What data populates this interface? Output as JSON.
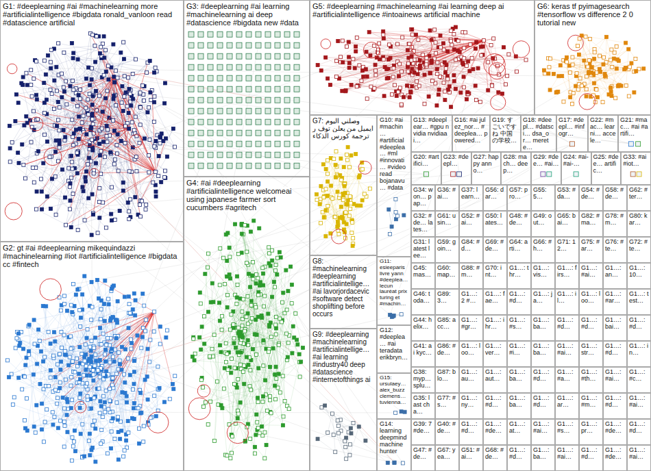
{
  "diagram": {
    "nodes": [
      {
        "text": [
          "G1: #deeplearning #ai #machinelearning more #artificialintelligence #bigdata ronald_vanloon read #datascience artificial"
        ]
      },
      {
        "text": [
          "G2: gt #ai #deeplearning mikequindazzi #machinelearning #iot #artificialintelligence #bigdata cc #fintech"
        ]
      },
      {
        "text": [
          "G3: #deeplearning #ai learning #machinelearning ai deep #datascience #bigdata new #data"
        ]
      },
      {
        "text": [
          "G4: #ai #deeplearning #artificialintelligence welcomeai using japanese farmer sort cucumbers #agritech"
        ]
      },
      {
        "text": [
          "G5: #deeplearning #machinelearning #ai learning deep ai #artificialintelligence #intoainews artificial machine"
        ]
      },
      {
        "text": [
          "G6: keras tf pyimagesearch #tensorflow vs difference 2 0 tutorial new"
        ]
      },
      {
        "text": [
          "G7: وصلني اليوم ايميل من يعلن توف ر ترجمة كورس الذكاء"
        ]
      },
      {
        "text": [
          "G8: #machinelearning #deeplearning #artificialintellige… #ai lavorjordacevic #software detect shoplifting before occurs"
        ]
      },
      {
        "text": [
          "G9: #deeplearning #machinelearning #artificialintellige… #ai learning #industry40 deep #datascience #internetofthings ai"
        ]
      },
      {
        "text": [
          "G10: #ai #machin… #artificial #deeplea… #ml #innovati… #video read bojanavu… #data"
        ]
      },
      {
        "text": [
          "G11: esieeparis livre yann #deeplea… lecun lauréat prix turing et #machin…"
        ]
      },
      {
        "text": [
          "G12: #deeplea… #ai teradata erikbryn…"
        ]
      },
      {
        "text": [
          "G15: ursulaey… alex_buzz clemens… tuvienna…"
        ]
      },
      {
        "text": [
          "G14: learning deepmind machine hunter"
        ]
      },
      {
        "text": [
          "G13: #deeplear… #gpu nvidia nvidiaai…"
        ]
      },
      {
        "text": [
          "G16: #ai julez_nor… #deeplea… powered…"
        ]
      },
      {
        "text": [
          "G19: すごいです ね 中国 の学校…"
        ]
      },
      {
        "text": [
          "G18: #deepl… #datsci… dsa_or… merete…"
        ]
      },
      {
        "text": [
          "G17: #deepl… #infogr…"
        ]
      },
      {
        "text": [
          "G22: #mac… learni… accele…"
        ]
      },
      {
        "text": [
          "G21: #mac… #ai #artifi…"
        ]
      },
      {
        "text": [
          "G20: #artifici…"
        ]
      },
      {
        "text": [
          "G23: #deepl…"
        ]
      },
      {
        "text": [
          "G27: happy anno…"
        ]
      },
      {
        "text": [
          "G28: mach… deep…"
        ]
      },
      {
        "text": [
          "G29: #dee… #ai…"
        ]
      },
      {
        "text": [
          "G24: #ai- #ai-…"
        ]
      },
      {
        "text": [
          "G25: #dee… artific…"
        ]
      },
      {
        "text": [
          "G33: #ai #iot…"
        ]
      },
      {
        "text": [
          "G34: won… pap…"
        ]
      },
      {
        "text": [
          "G36: #ai…"
        ]
      },
      {
        "text": [
          "G37: learn…"
        ]
      },
      {
        "text": [
          "G56: dar…"
        ]
      },
      {
        "text": [
          "G57: pro…"
        ]
      },
      {
        "text": [
          "G55: 5…"
        ]
      },
      {
        "text": [
          "G53: #da…"
        ]
      },
      {
        "text": [
          "G54: #de…"
        ]
      },
      {
        "text": [
          "G58: #de…"
        ]
      },
      {
        "text": [
          "G62: #ter…"
        ]
      },
      {
        "text": [
          "G32: #de… lates…"
        ]
      },
      {
        "text": [
          "G61: usin…"
        ]
      },
      {
        "text": [
          "G52: #ai…"
        ]
      },
      {
        "text": [
          "G50: lates…"
        ]
      },
      {
        "text": [
          "G48: #de…"
        ]
      },
      {
        "text": [
          "G49: out…"
        ]
      },
      {
        "text": [
          "G65: bai…"
        ]
      },
      {
        "text": [
          "G82: #ma…"
        ]
      },
      {
        "text": [
          "G78: #m…"
        ]
      },
      {
        "text": [
          "G80: kar…"
        ]
      },
      {
        "text": [
          "G31: latest lee…"
        ]
      },
      {
        "text": [
          "G59: goin…"
        ]
      },
      {
        "text": [
          "G84: #d…"
        ]
      },
      {
        "text": [
          "G69: #de…"
        ]
      },
      {
        "text": [
          "G64: arti…"
        ]
      },
      {
        "text": [
          "G66: #h…"
        ]
      },
      {
        "text": [
          "G71: 12…"
        ]
      },
      {
        "text": [
          "G75: #ar…"
        ]
      },
      {
        "text": [
          "G76: #te…"
        ]
      },
      {
        "text": [
          "G72: #te…"
        ]
      },
      {
        "text": [
          "G45: mas…"
        ]
      },
      {
        "text": [
          "G60: map…"
        ]
      },
      {
        "text": [
          "G88: #m…"
        ]
      },
      {
        "text": [
          "G70: int…"
        ]
      },
      {
        "text": [
          "G1…: thr…"
        ]
      },
      {
        "text": [
          "G1…: vis…"
        ]
      },
      {
        "text": [
          "G1…: firs…"
        ]
      },
      {
        "text": [
          "G1…: #ai…"
        ]
      },
      {
        "text": [
          "G1…: an…"
        ]
      },
      {
        "text": [
          "G1…: 10…"
        ]
      },
      {
        "text": [
          "G46: toda…"
        ]
      },
      {
        "text": [
          "G89: 3…"
        ]
      },
      {
        "text": [
          "G1…: 2 #…"
        ]
      },
      {
        "text": [
          "G1…: fae…"
        ]
      },
      {
        "text": [
          "G1…: #d…"
        ]
      },
      {
        "text": [
          "G1…: ja…"
        ]
      },
      {
        "text": [
          "G1…: il…"
        ]
      },
      {
        "text": [
          "G1…: loo…"
        ]
      },
      {
        "text": [
          "G1…: #ar…"
        ]
      },
      {
        "text": [
          "G1…: test…"
        ]
      },
      {
        "text": [
          "G44: helix…"
        ]
      },
      {
        "text": [
          "G85: acc…"
        ]
      },
      {
        "text": [
          "G1…: #gr…"
        ]
      },
      {
        "text": [
          "G1…: ihr…"
        ]
      },
      {
        "text": [
          "G1…: #s…"
        ]
      },
      {
        "text": [
          "G1…: ba…"
        ]
      },
      {
        "text": [
          "G1…: #d…"
        ]
      },
      {
        "text": [
          "G1…: #d…"
        ]
      },
      {
        "text": [
          "G1…: bai…"
        ]
      },
      {
        "text": [
          "G1…: #d…"
        ]
      },
      {
        "text": [
          "G41: ai kyc…"
        ]
      },
      {
        "text": [
          "G86: #de…"
        ]
      },
      {
        "text": [
          "G1…: loo…"
        ]
      },
      {
        "text": [
          "G1…: ver…"
        ]
      },
      {
        "text": [
          "G1…: #i…"
        ]
      },
      {
        "text": [
          "G1…: ba…"
        ]
      },
      {
        "text": [
          "G1…: #ai…"
        ]
      },
      {
        "text": [
          "G1…: str…"
        ]
      },
      {
        "text": [
          "G1…: #d…"
        ]
      },
      {
        "text": [
          "G1…: in…"
        ]
      },
      {
        "text": [
          "G38: myp… splu…"
        ]
      },
      {
        "text": [
          "G87: blo…"
        ]
      },
      {
        "text": [
          "G1…: au…"
        ]
      },
      {
        "text": [
          "G1…: aut…"
        ]
      },
      {
        "text": [
          "G1…: ba…"
        ]
      },
      {
        "text": [
          "G1…: #d…"
        ]
      },
      {
        "text": [
          "G1…: #a…"
        ]
      },
      {
        "text": [
          "G1…: #th…"
        ]
      },
      {
        "text": [
          "G1…: #ai…"
        ]
      },
      {
        "text": [
          "G1…: #c…"
        ]
      },
      {
        "text": [
          "G35: last cha…"
        ]
      },
      {
        "text": [
          "G77: #s…"
        ]
      },
      {
        "text": [
          "G1…: ny…"
        ]
      },
      {
        "text": [
          "G1…: #d…"
        ]
      },
      {
        "text": [
          "G1…: ba…"
        ]
      },
      {
        "text": [
          "G1…: #d…"
        ]
      },
      {
        "text": [
          "G1…: ar…"
        ]
      },
      {
        "text": [
          "G1…: #m…"
        ]
      },
      {
        "text": [
          "G1…: #d…"
        ]
      },
      {
        "text": [
          "G1…: #ai…"
        ]
      },
      {
        "text": [
          "G39: 7 #de…"
        ]
      },
      {
        "text": [
          "G40: #de…"
        ]
      },
      {
        "text": [
          "G1…: #d…"
        ]
      },
      {
        "text": [
          "G1…: #de…"
        ]
      },
      {
        "text": [
          "G1…: at…"
        ]
      },
      {
        "text": [
          "G1…: #ai…"
        ]
      },
      {
        "text": [
          "G1…: #s…"
        ]
      },
      {
        "text": [
          "G1…: pr…"
        ]
      },
      {
        "text": [
          "G1…: #de…"
        ]
      },
      {
        "text": [
          "G1…: #d…"
        ]
      },
      {
        "text": [
          "G47: #de…"
        ]
      },
      {
        "text": [
          "G67: yea…"
        ]
      },
      {
        "text": [
          "G51: #ai…"
        ]
      },
      {
        "text": [
          "G68: #de…"
        ]
      },
      {
        "text": [
          "G1…: #d…"
        ]
      },
      {
        "text": [
          "G1…: ba…"
        ]
      },
      {
        "text": [
          "G1…: #ai…"
        ]
      },
      {
        "text": [
          "G1…: #d…"
        ]
      },
      {
        "text": [
          "G1…: #de…"
        ]
      },
      {
        "text": [
          "G1…: #ai…"
        ]
      }
    ]
  }
}
